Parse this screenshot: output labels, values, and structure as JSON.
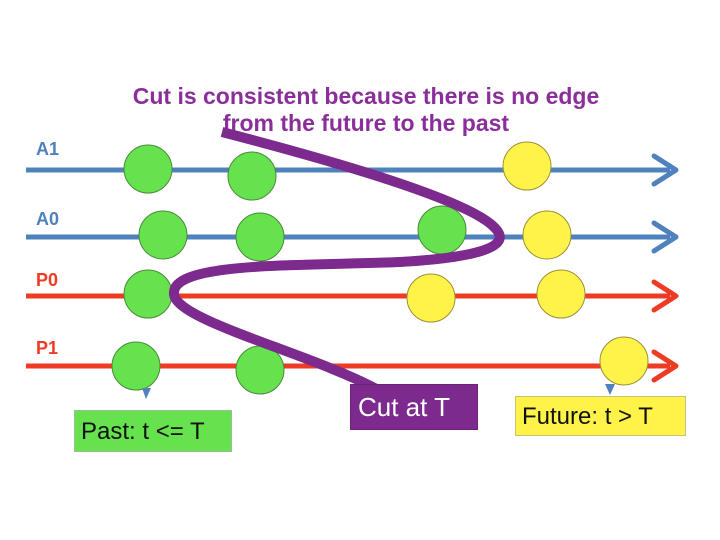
{
  "caption": {
    "line1": "Cut is consistent because there is no edge",
    "line2": "from the future to the past"
  },
  "processes": [
    {
      "label": "A1",
      "color": "#4f81bd"
    },
    {
      "label": "A0",
      "color": "#4f81bd"
    },
    {
      "label": "P0",
      "color": "#ef3a24"
    },
    {
      "label": "P1",
      "color": "#ef3a24"
    }
  ],
  "labels": {
    "past": "Past: t <= T",
    "future": "Future: t > T",
    "cut": "Cut at T"
  },
  "colors": {
    "past_event": "#66e24f",
    "future_event": "#fff34a",
    "cut_line": "#7d2a8e",
    "caption": "#8a2f9a"
  }
}
